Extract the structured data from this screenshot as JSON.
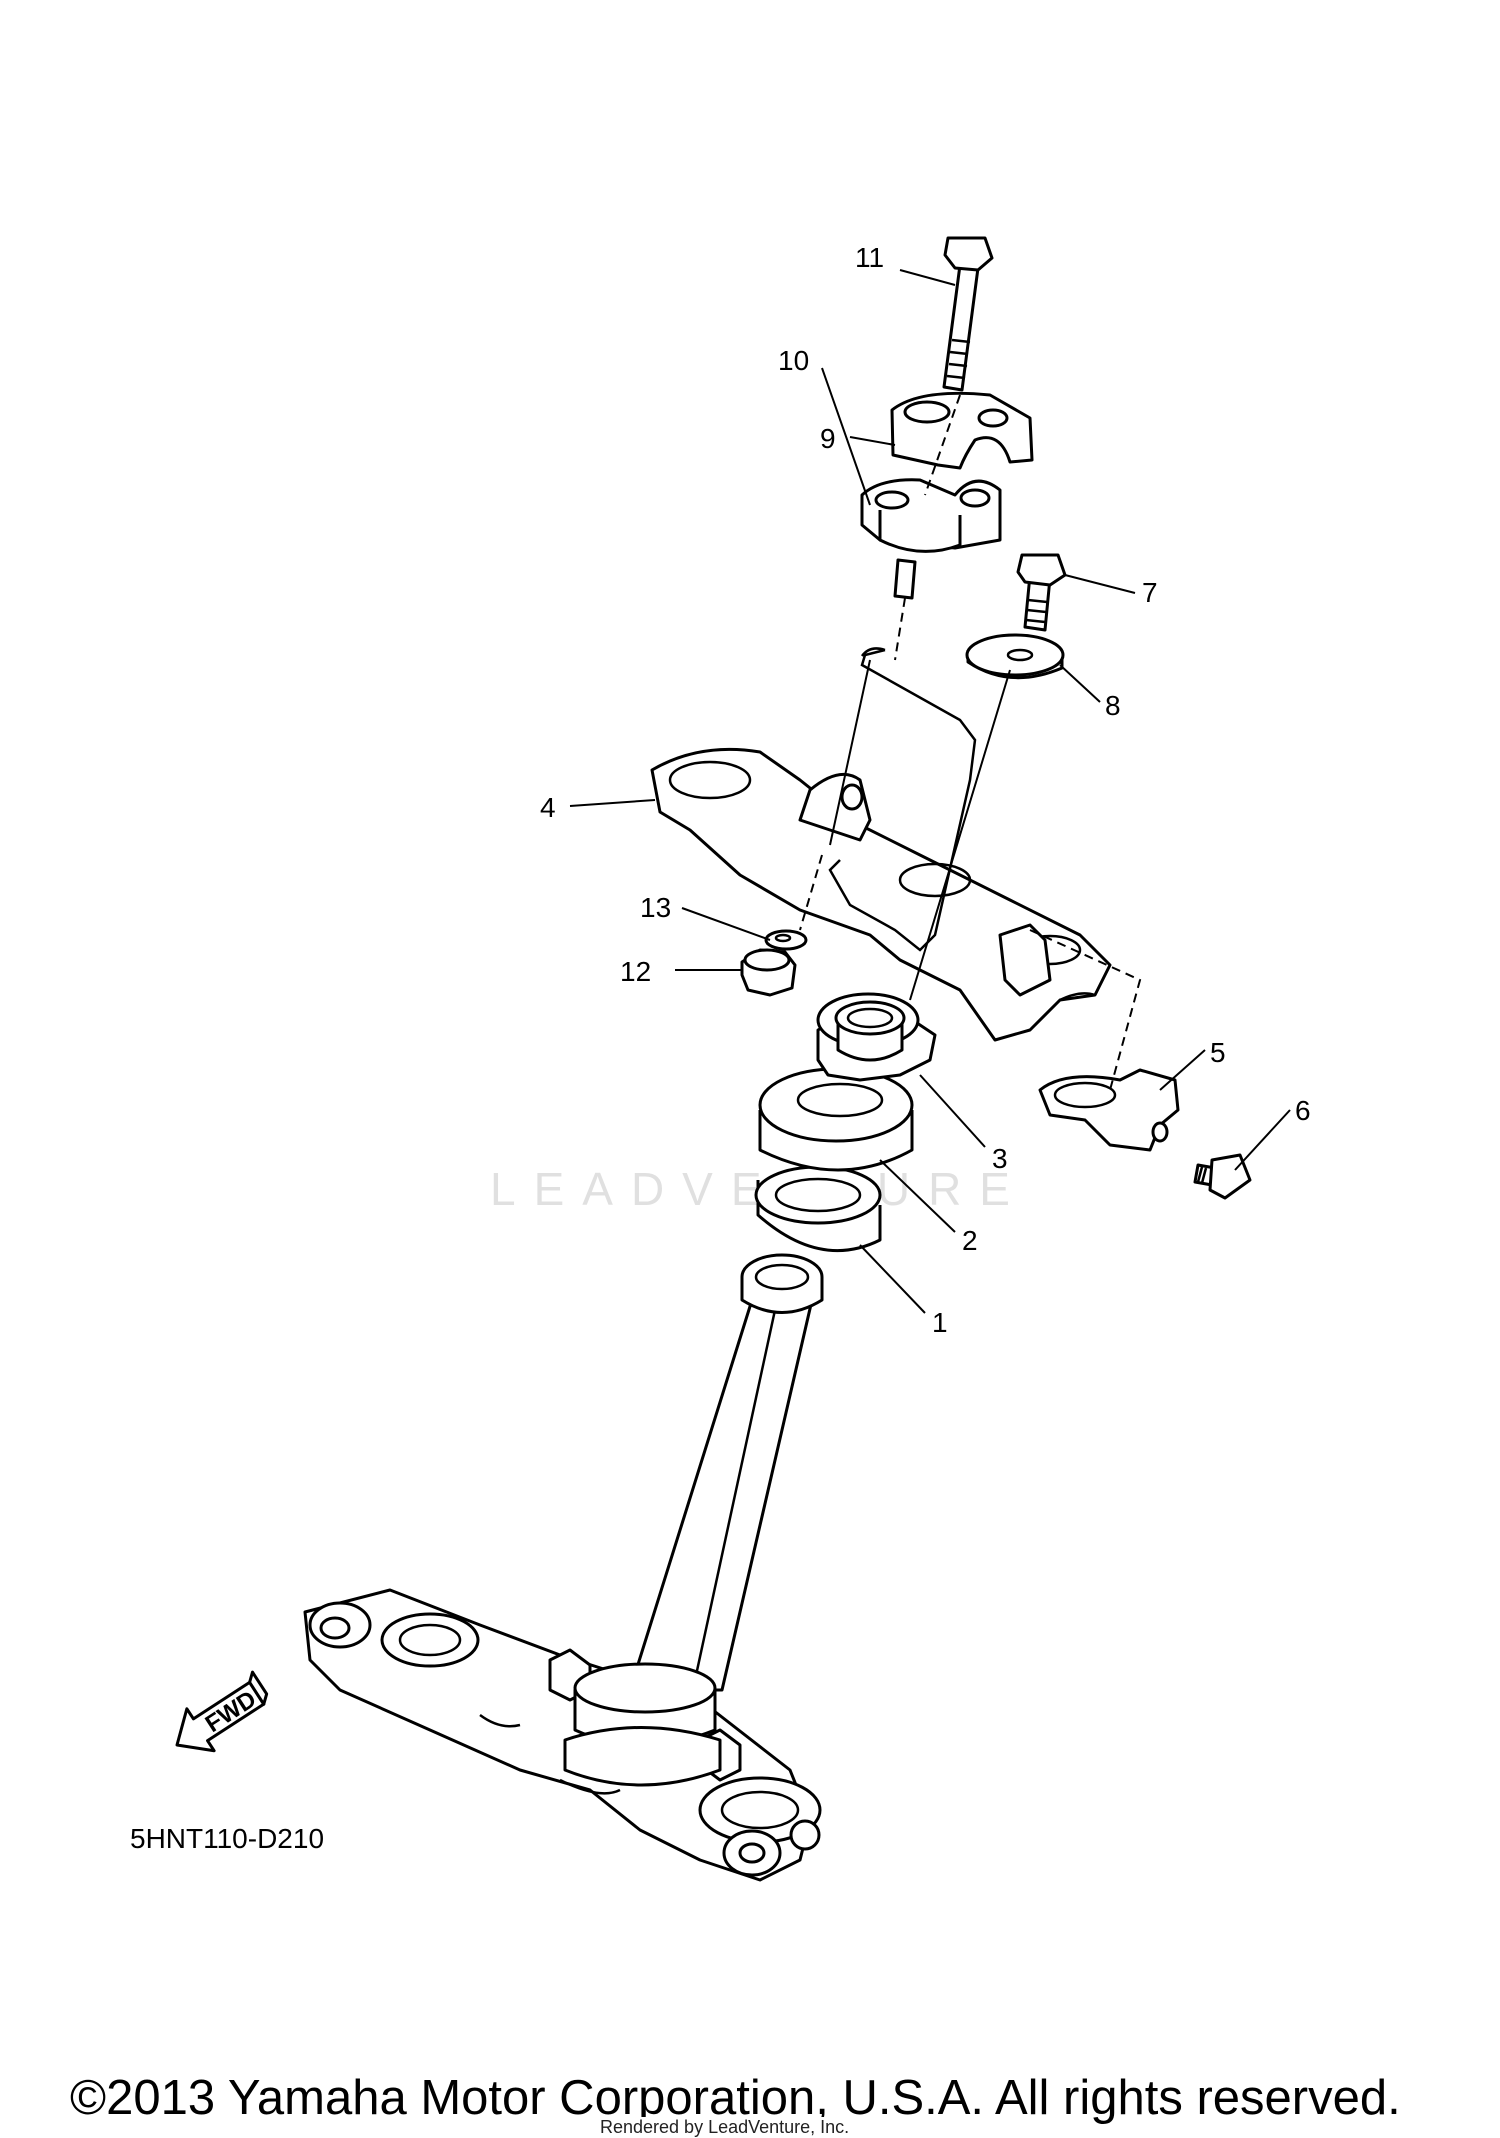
{
  "diagram": {
    "code": "5HNT110-D210",
    "fwd_label": "FWD",
    "watermark": "LEADVENTURE",
    "copyright": "©2013 Yamaha Motor Corporation, U.S.A. All rights reserved.",
    "rendered_by": "Rendered by LeadVenture, Inc.",
    "callouts": [
      "1",
      "2",
      "3",
      "4",
      "5",
      "6",
      "7",
      "8",
      "9",
      "10",
      "11",
      "12",
      "13"
    ]
  }
}
